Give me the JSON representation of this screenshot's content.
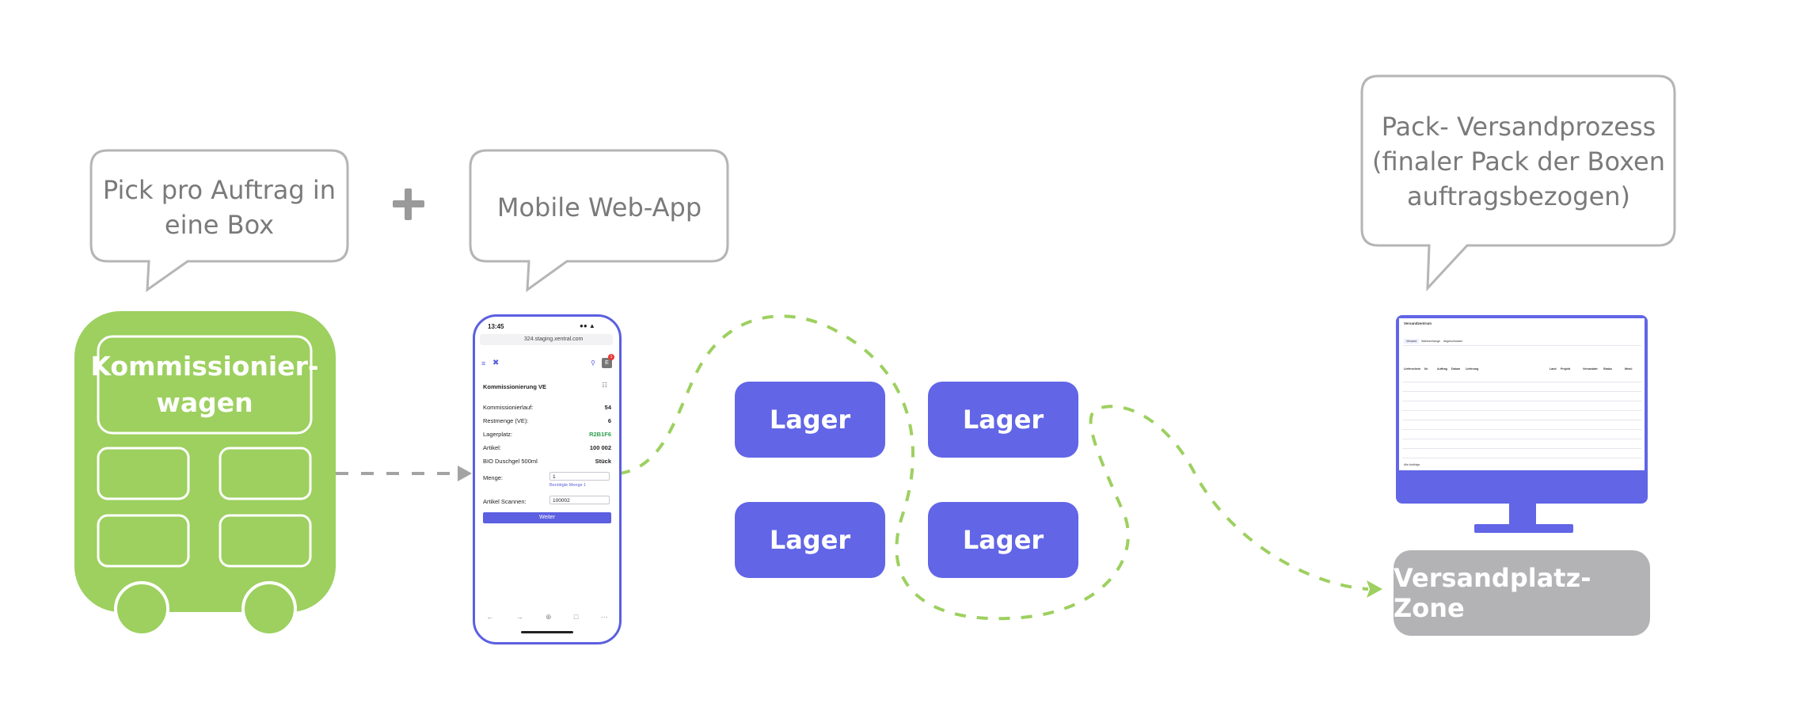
{
  "bubbles": {
    "pick": [
      "Pick pro Auftrag in",
      "eine Box"
    ],
    "mobile": "Mobile Web-App",
    "pack": [
      "Pack- Versandprozess",
      "(finaler Pack der Boxen",
      "auftragsbezogen)"
    ]
  },
  "plus_symbol": "+",
  "cart": {
    "title": [
      "Kommissionier-",
      "wagen"
    ]
  },
  "lager": [
    "Lager",
    "Lager",
    "Lager",
    "Lager"
  ],
  "zone": "Versandplatz-Zone",
  "phone": {
    "time": "13:45",
    "url": "324.staging.xentral.com",
    "badge": "1",
    "avatar": "E",
    "title": "Kommissionierung VE",
    "fields": [
      {
        "label": "Kommissionierlauf:",
        "value": "54"
      },
      {
        "label": "Restmenge (VE):",
        "value": "6"
      },
      {
        "label": "Lagerplatz:",
        "value": "R2B1F6"
      },
      {
        "label": "Artikel:",
        "value": "100 002"
      },
      {
        "label": "BIO Duschgel 500ml",
        "value": "Stück"
      }
    ],
    "menge_label": "Menge:",
    "menge_value": "1",
    "menge_hint": "Benötigte Menge 1",
    "scanner_label": "Artikel Scannen:",
    "scanner_value": "100002",
    "button": "Weiter"
  },
  "monitor_app": {
    "title": "Versandzentrum",
    "tabs": [
      "Versand",
      "Warteschlange",
      "Abgeschlossen"
    ],
    "columns": [
      "Lieferschein",
      "Nr.",
      "Auftrag",
      "Datum",
      "Lieferung",
      "Land",
      "Projekt",
      "Versandart",
      "Status",
      "Menü"
    ],
    "footer": "Alle Aufträge"
  },
  "colors": {
    "green": "#9dd05f",
    "indigo": "#6165e6",
    "grey_zone": "#b3b3b6",
    "bubble_border": "#b5b5b5",
    "bubble_text": "#7a7a7a"
  }
}
